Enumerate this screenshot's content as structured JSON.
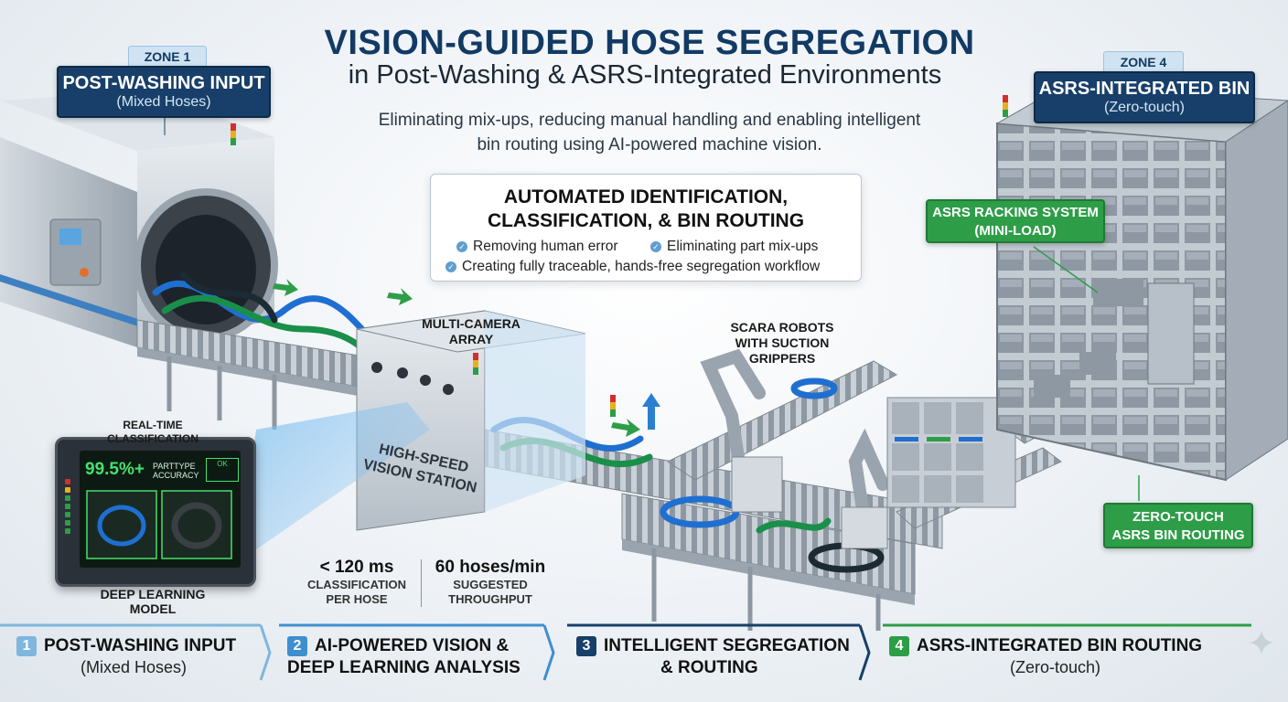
{
  "title": {
    "main": "VISION-GUIDED HOSE SEGREGATION",
    "sub": "in Post-Washing & ASRS-Integrated Environments",
    "tagline_1": "Eliminating mix-ups, reducing manual handling and enabling intelligent",
    "tagline_2": "bin routing using AI-powered machine vision."
  },
  "zone1": {
    "tag": "ZONE 1",
    "title": "POST-WASHING INPUT",
    "subtitle": "(Mixed Hoses)"
  },
  "zone4": {
    "tag": "ZONE 4",
    "title": "ASRS-INTEGRATED BIN",
    "subtitle": "(Zero-touch)"
  },
  "center_panel": {
    "heading_1": "AUTOMATED IDENTIFICATION,",
    "heading_2": "CLASSIFICATION, & BIN ROUTING",
    "bullets": [
      "Removing human error",
      "Eliminating part mix-ups",
      "Creating fully traceable, hands-free segregation workflow"
    ]
  },
  "labels": {
    "camera_1": "MULTI-CAMERA",
    "camera_2": "ARRAY",
    "scara_1": "SCARA ROBOTS",
    "scara_2": "WITH SUCTION",
    "scara_3": "GRIPPERS",
    "station_1": "HIGH-SPEED",
    "station_2": "VISION STATION",
    "asrs_rack_1": "ASRS RACKING SYSTEM",
    "asrs_rack_2": "(MINI-LOAD)",
    "zero_touch_1": "ZERO-TOUCH",
    "zero_touch_2": "ASRS BIN ROUTING"
  },
  "monitor": {
    "header_1": "REAL-TIME",
    "header_2": "CLASSIFICATION",
    "accuracy": "99.5%+",
    "accuracy_label_1": "PARTTYPE",
    "accuracy_label_2": "ACCURACY",
    "badge": "OK",
    "footer_1": "DEEP LEARNING",
    "footer_2": "MODEL"
  },
  "metrics": [
    {
      "value": "< 120 ms",
      "label_1": "CLASSIFICATION",
      "label_2": "PER HOSE"
    },
    {
      "value": "60 hoses/min",
      "label_1": "SUGGESTED",
      "label_2": "THROUGHPUT"
    }
  ],
  "steps": [
    {
      "num": "1",
      "label_1": "POST-WASHING INPUT",
      "label_2": "(Mixed Hoses)",
      "color": "#7fb6dd"
    },
    {
      "num": "2",
      "label_1": "AI-POWERED VISION &",
      "label_2": "DEEP LEARNING ANALYSIS",
      "color": "#3f8fcf"
    },
    {
      "num": "3",
      "label_1": "INTELLIGENT SEGREGATION",
      "label_2": "& ROUTING",
      "color": "#173f69"
    },
    {
      "num": "4",
      "label_1": "ASRS-INTEGRATED BIN ROUTING",
      "label_2": "(Zero-touch)",
      "color": "#2e9d48"
    }
  ],
  "colors": {
    "navy": "#173f69",
    "green": "#2e9d48",
    "hose_blue": "#1f6fd1",
    "hose_green": "#1a8f4a"
  }
}
